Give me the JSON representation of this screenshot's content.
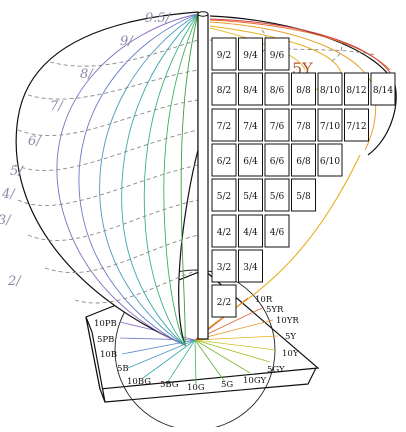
{
  "title": "5Y",
  "colors": {
    "accent": "#b5542a",
    "gray_curve": "#888888",
    "value_label": "#8a8aa8"
  },
  "value_labels": [
    {
      "text": "9.5/"
    },
    {
      "text": "9/"
    },
    {
      "text": "8/"
    },
    {
      "text": "7/"
    },
    {
      "text": "6/"
    },
    {
      "text": "5/"
    },
    {
      "text": "4/"
    },
    {
      "text": "3/"
    },
    {
      "text": "2/"
    }
  ],
  "chips": [
    [
      "9/2",
      "9/4",
      "9/6"
    ],
    [
      "8/2",
      "8/4",
      "8/6",
      "8/8",
      "8/10",
      "8/12",
      "8/14"
    ],
    [
      "7/2",
      "7/4",
      "7/6",
      "7/8",
      "7/10",
      "7/12"
    ],
    [
      "6/2",
      "6/4",
      "6/6",
      "6/8",
      "6/10"
    ],
    [
      "5/2",
      "5/4",
      "5/6",
      "5/8"
    ],
    [
      "4/2",
      "4/4",
      "4/6"
    ],
    [
      "3/2",
      "3/4"
    ],
    [
      "2/2"
    ]
  ],
  "hue_labels": [
    {
      "text": "10PB"
    },
    {
      "text": "5PB"
    },
    {
      "text": "10B"
    },
    {
      "text": "5B"
    },
    {
      "text": "10BG"
    },
    {
      "text": "5BG"
    },
    {
      "text": "10G"
    },
    {
      "text": "5G"
    },
    {
      "text": "10GY"
    },
    {
      "text": "5GY"
    },
    {
      "text": "10Y"
    },
    {
      "text": "5Y",
      "highlight": true
    },
    {
      "text": "10YR"
    },
    {
      "text": "5YR"
    },
    {
      "text": "10R"
    }
  ]
}
